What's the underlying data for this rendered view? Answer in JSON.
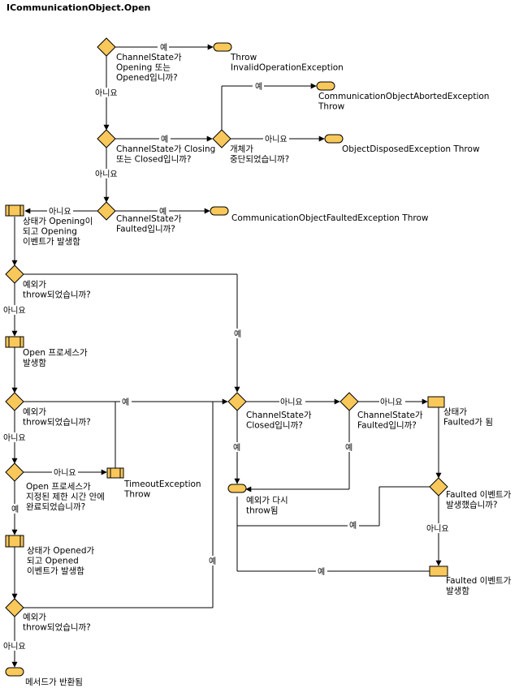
{
  "title": "ICommunicationObject.Open",
  "nodes": {
    "d_opening": [
      "ChannelState가",
      "Opening 또는",
      "Opened입니까?"
    ],
    "t_invalid": [
      "Throw",
      "InvalidOperationException"
    ],
    "d_closing": [
      "ChannelState가 Closing",
      "또는 Closed입니까?"
    ],
    "d_aborted": [
      "개체가",
      "중단되었습니까?"
    ],
    "t_aborted": [
      "CommunicationObjectAbortedException",
      "Throw"
    ],
    "t_disposed": [
      "ObjectDisposedException Throw"
    ],
    "d_faulted": [
      "ChannelState가",
      "Faulted입니까?"
    ],
    "t_faulted": [
      "CommunicationObjectFaultedException Throw"
    ],
    "p_opening": [
      "상태가 Opening이",
      "되고 Opening",
      "이벤트가 발생함"
    ],
    "d_exc1": [
      "예외가",
      "throw되었습니까?"
    ],
    "p_open": [
      "Open 프로세스가",
      "발생함"
    ],
    "d_exc2": [
      "예외가",
      "throw되었습니까?"
    ],
    "d_timeout": [
      "Open 프로세스가",
      "지정된 제한 시간 안에",
      "완료되었습니까?"
    ],
    "p_timeout": [
      "TimeoutException",
      "Throw"
    ],
    "p_opened": [
      "상태가 Opened가",
      "되고 Opened",
      "이벤트가 발생함"
    ],
    "d_exc3": [
      "예외가",
      "throw되었습니까?"
    ],
    "t_return": [
      "메서드가 반환됨"
    ],
    "d_closed2": [
      "ChannelState가",
      "Closed입니까?"
    ],
    "d_faulted2": [
      "ChannelState가",
      "Faulted입니까?"
    ],
    "p_setfaulted": [
      "상태가",
      "Faulted가 됨"
    ],
    "t_rethrow": [
      "예외가 다시",
      "throw됨"
    ],
    "d_faultedevt": [
      "Faulted 이벤트가",
      "발생했습니까?"
    ],
    "p_faultevt": [
      "Faulted 이벤트가",
      "발생함"
    ]
  },
  "edge_labels": {
    "yes": "예",
    "no": "아니요"
  }
}
